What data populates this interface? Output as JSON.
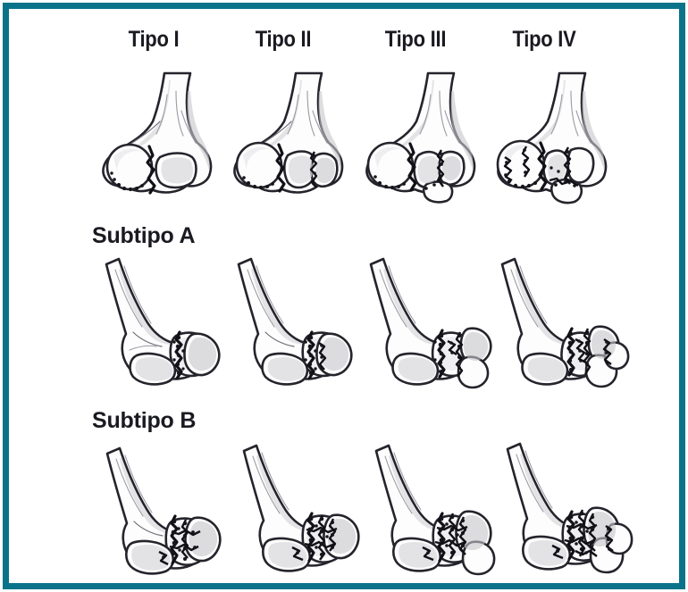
{
  "figure": {
    "kind": "medical-classification-figure",
    "frame_color": "#0a7389",
    "background": "#ffffff",
    "columns": [
      {
        "id": "type-1",
        "label": "Tipo I"
      },
      {
        "id": "type-2",
        "label": "Tipo II"
      },
      {
        "id": "type-3",
        "label": "Tipo III"
      },
      {
        "id": "type-4",
        "label": "Tipo IV"
      }
    ],
    "rows": [
      {
        "id": "row-anterior",
        "label": ""
      },
      {
        "id": "row-subtype-a",
        "label": "Subtipo A"
      },
      {
        "id": "row-subtype-b",
        "label": "Subtipo B"
      }
    ],
    "cells": [
      {
        "row": "row-anterior",
        "column": "type-1",
        "view": "anterior",
        "comminution": 1
      },
      {
        "row": "row-anterior",
        "column": "type-2",
        "view": "anterior",
        "comminution": 2
      },
      {
        "row": "row-anterior",
        "column": "type-3",
        "view": "anterior",
        "comminution": 3
      },
      {
        "row": "row-anterior",
        "column": "type-4",
        "view": "anterior",
        "comminution": 4
      },
      {
        "row": "row-subtype-a",
        "column": "type-1",
        "view": "lateral",
        "comminution": 1
      },
      {
        "row": "row-subtype-a",
        "column": "type-2",
        "view": "lateral",
        "comminution": 2
      },
      {
        "row": "row-subtype-a",
        "column": "type-3",
        "view": "lateral",
        "comminution": 3
      },
      {
        "row": "row-subtype-a",
        "column": "type-4",
        "view": "lateral",
        "comminution": 4
      },
      {
        "row": "row-subtype-b",
        "column": "type-1",
        "view": "lateral",
        "comminution": 3
      },
      {
        "row": "row-subtype-b",
        "column": "type-2",
        "view": "lateral",
        "comminution": 4
      },
      {
        "row": "row-subtype-b",
        "column": "type-3",
        "view": "lateral",
        "comminution": 4
      },
      {
        "row": "row-subtype-b",
        "column": "type-4",
        "view": "lateral",
        "comminution": 5
      }
    ]
  }
}
